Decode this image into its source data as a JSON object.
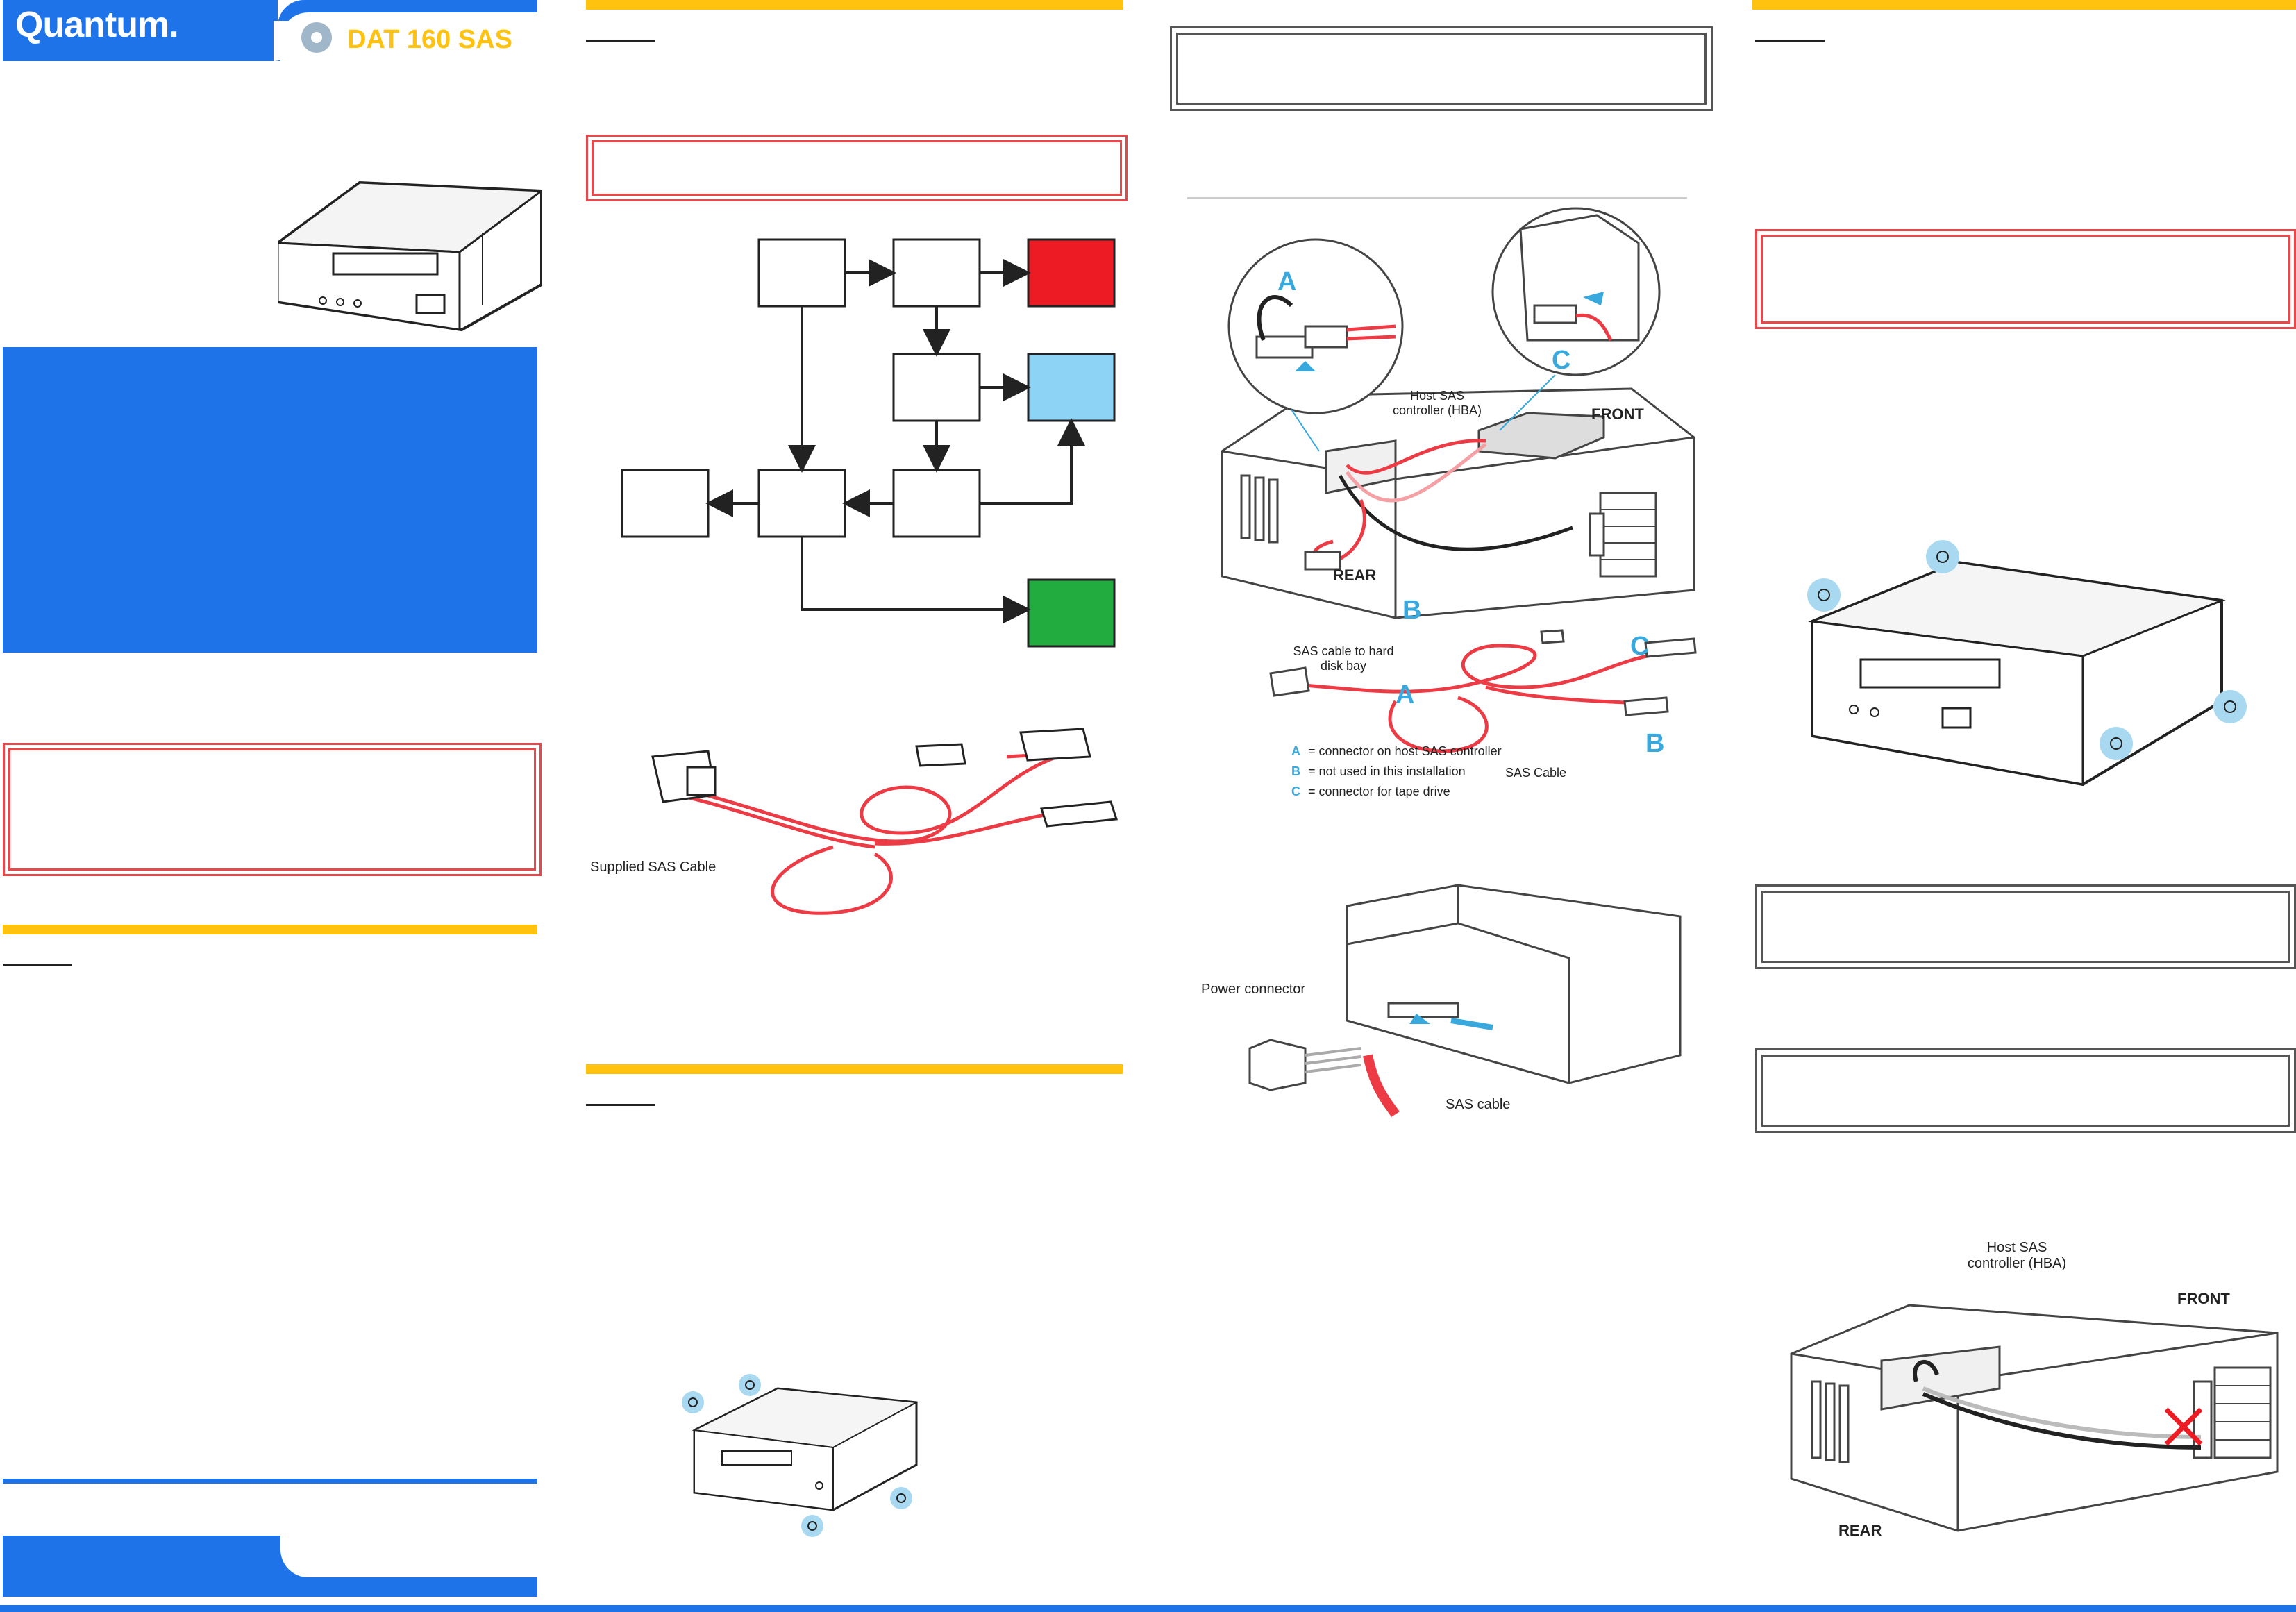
{
  "brand": {
    "logo_text": "Quantum.",
    "product": "DAT 160 SAS",
    "colors": {
      "brand_blue": "#1e73e8",
      "accent_yellow": "#ffc20e",
      "warning_red": "#e8484b",
      "flow_red": "#ed1c24",
      "flow_lightblue": "#8dd3f5",
      "flow_green": "#22ab3f"
    }
  },
  "cable_figure": {
    "label": "Supplied SAS Cable"
  },
  "install_figure": {
    "label_host_controller": "Host SAS controller (HBA)",
    "label_front": "FRONT",
    "label_rear": "REAR",
    "label_sas_cable_hd": "SAS cable to hard disk bay",
    "label_sas_cable": "SAS Cable",
    "callout_a": "A",
    "callout_b": "B",
    "callout_c": "C",
    "legend": [
      {
        "key": "A",
        "text": "= connector on host SAS controller"
      },
      {
        "key": "B",
        "text": "= not used in this installation"
      },
      {
        "key": "C",
        "text": "= connector for tape drive"
      }
    ]
  },
  "power_figure": {
    "label_power": "Power connector",
    "label_sas": "SAS cable"
  },
  "hba_figure": {
    "label_host_controller": "Host SAS controller (HBA)",
    "label_front": "FRONT",
    "label_rear": "REAR"
  }
}
